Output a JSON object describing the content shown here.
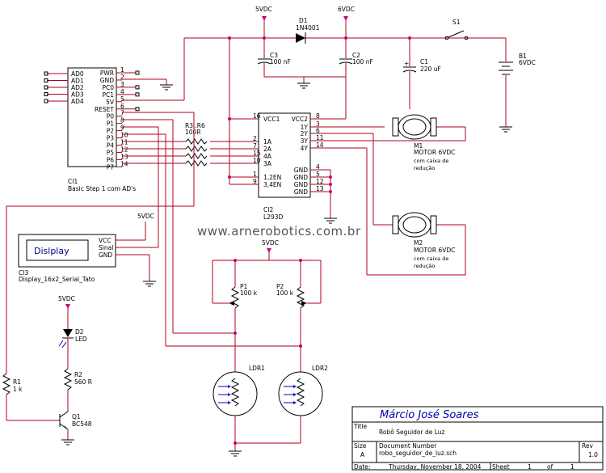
{
  "power": {
    "v5_top": "5VDC",
    "v6_top": "6VDC",
    "v5_pot": "5VDC",
    "v5_led": "5VDC",
    "v5_disp": "5VDC"
  },
  "components": {
    "d1": {
      "ref": "D1",
      "value": "1N4001"
    },
    "c3": {
      "ref": "C3",
      "value": "100 nF"
    },
    "c2": {
      "ref": "C2",
      "value": "100 nF"
    },
    "c1": {
      "ref": "C1",
      "value": "220 uF"
    },
    "s1": {
      "ref": "S1"
    },
    "b1": {
      "ref": "B1",
      "value": "6VDC"
    },
    "ci1": {
      "ref": "CI1",
      "value": "Basic Step 1 com AD's"
    },
    "ci2": {
      "ref": "CI2",
      "value": "L293D"
    },
    "ci3": {
      "ref": "CI3",
      "value": "Display_16x2_Serial_Tato"
    },
    "r3r6": {
      "ref": "R3..R6",
      "value": "100R"
    },
    "m1": {
      "ref": "M1",
      "value": "MOTOR 6VDC",
      "note1": "com caixa de",
      "note2": "redução"
    },
    "m2": {
      "ref": "M2",
      "value": "MOTOR 6VDC",
      "note1": "com caixa de",
      "note2": "redução"
    },
    "p1": {
      "ref": "P1",
      "value": "100 k"
    },
    "p2": {
      "ref": "P2",
      "value": "100 k"
    },
    "ldr1": {
      "ref": "LDR1"
    },
    "ldr2": {
      "ref": "LDR2"
    },
    "d2": {
      "ref": "D2",
      "value": "LED"
    },
    "r2": {
      "ref": "R2",
      "value": "560 R"
    },
    "r1": {
      "ref": "R1",
      "value": "1 k"
    },
    "q1": {
      "ref": "Q1",
      "value": "BC548"
    }
  },
  "ci1_pins": {
    "left": [
      "AD0",
      "AD1",
      "AD2",
      "AD3",
      "AD4"
    ],
    "right": [
      "PWR",
      "GND",
      "PC0",
      "PC1",
      "5V",
      "RESET",
      "P0",
      "P1",
      "P2",
      "P3",
      "P4",
      "P5",
      "P6",
      "P7"
    ],
    "numbers": [
      "1",
      "2",
      "3",
      "4",
      "5",
      "6",
      "7",
      "8",
      "9",
      "10",
      "11",
      "12",
      "13",
      "14"
    ]
  },
  "ci2_pins": {
    "left": [
      "VCC1",
      "1A",
      "2A",
      "4A",
      "3A",
      "1,2EN",
      "3,4EN"
    ],
    "left_numbers": [
      "16",
      "2",
      "7",
      "15",
      "10",
      "1",
      "9"
    ],
    "right": [
      "VCC2",
      "1Y",
      "2Y",
      "3Y",
      "4Y",
      "GND",
      "GND",
      "GND",
      "GND"
    ],
    "right_numbers": [
      "8",
      "3",
      "6",
      "11",
      "14",
      "4",
      "5",
      "12",
      "13"
    ]
  },
  "display": {
    "screen_text": "Dislplay",
    "pins": [
      "VCC",
      "Sinal",
      "GND"
    ]
  },
  "watermark": "www.arnerobotics.com.br",
  "title_block": {
    "author": "Márcio José Soares",
    "title_label": "Title",
    "title_value": "Robô Seguidor de Luz",
    "size_label": "Size",
    "size_value": "A",
    "docnum_label": "Document Number",
    "docnum_value": "robo_seguidor_de_luz.sch",
    "rev_label": "Rev",
    "rev_value": "1.0",
    "date_label": "Date:",
    "date_value": "Thursday, November 18, 2004",
    "sheet_label": "Sheet",
    "sheet_value": "1",
    "of_label": "of",
    "of_value": "1"
  }
}
